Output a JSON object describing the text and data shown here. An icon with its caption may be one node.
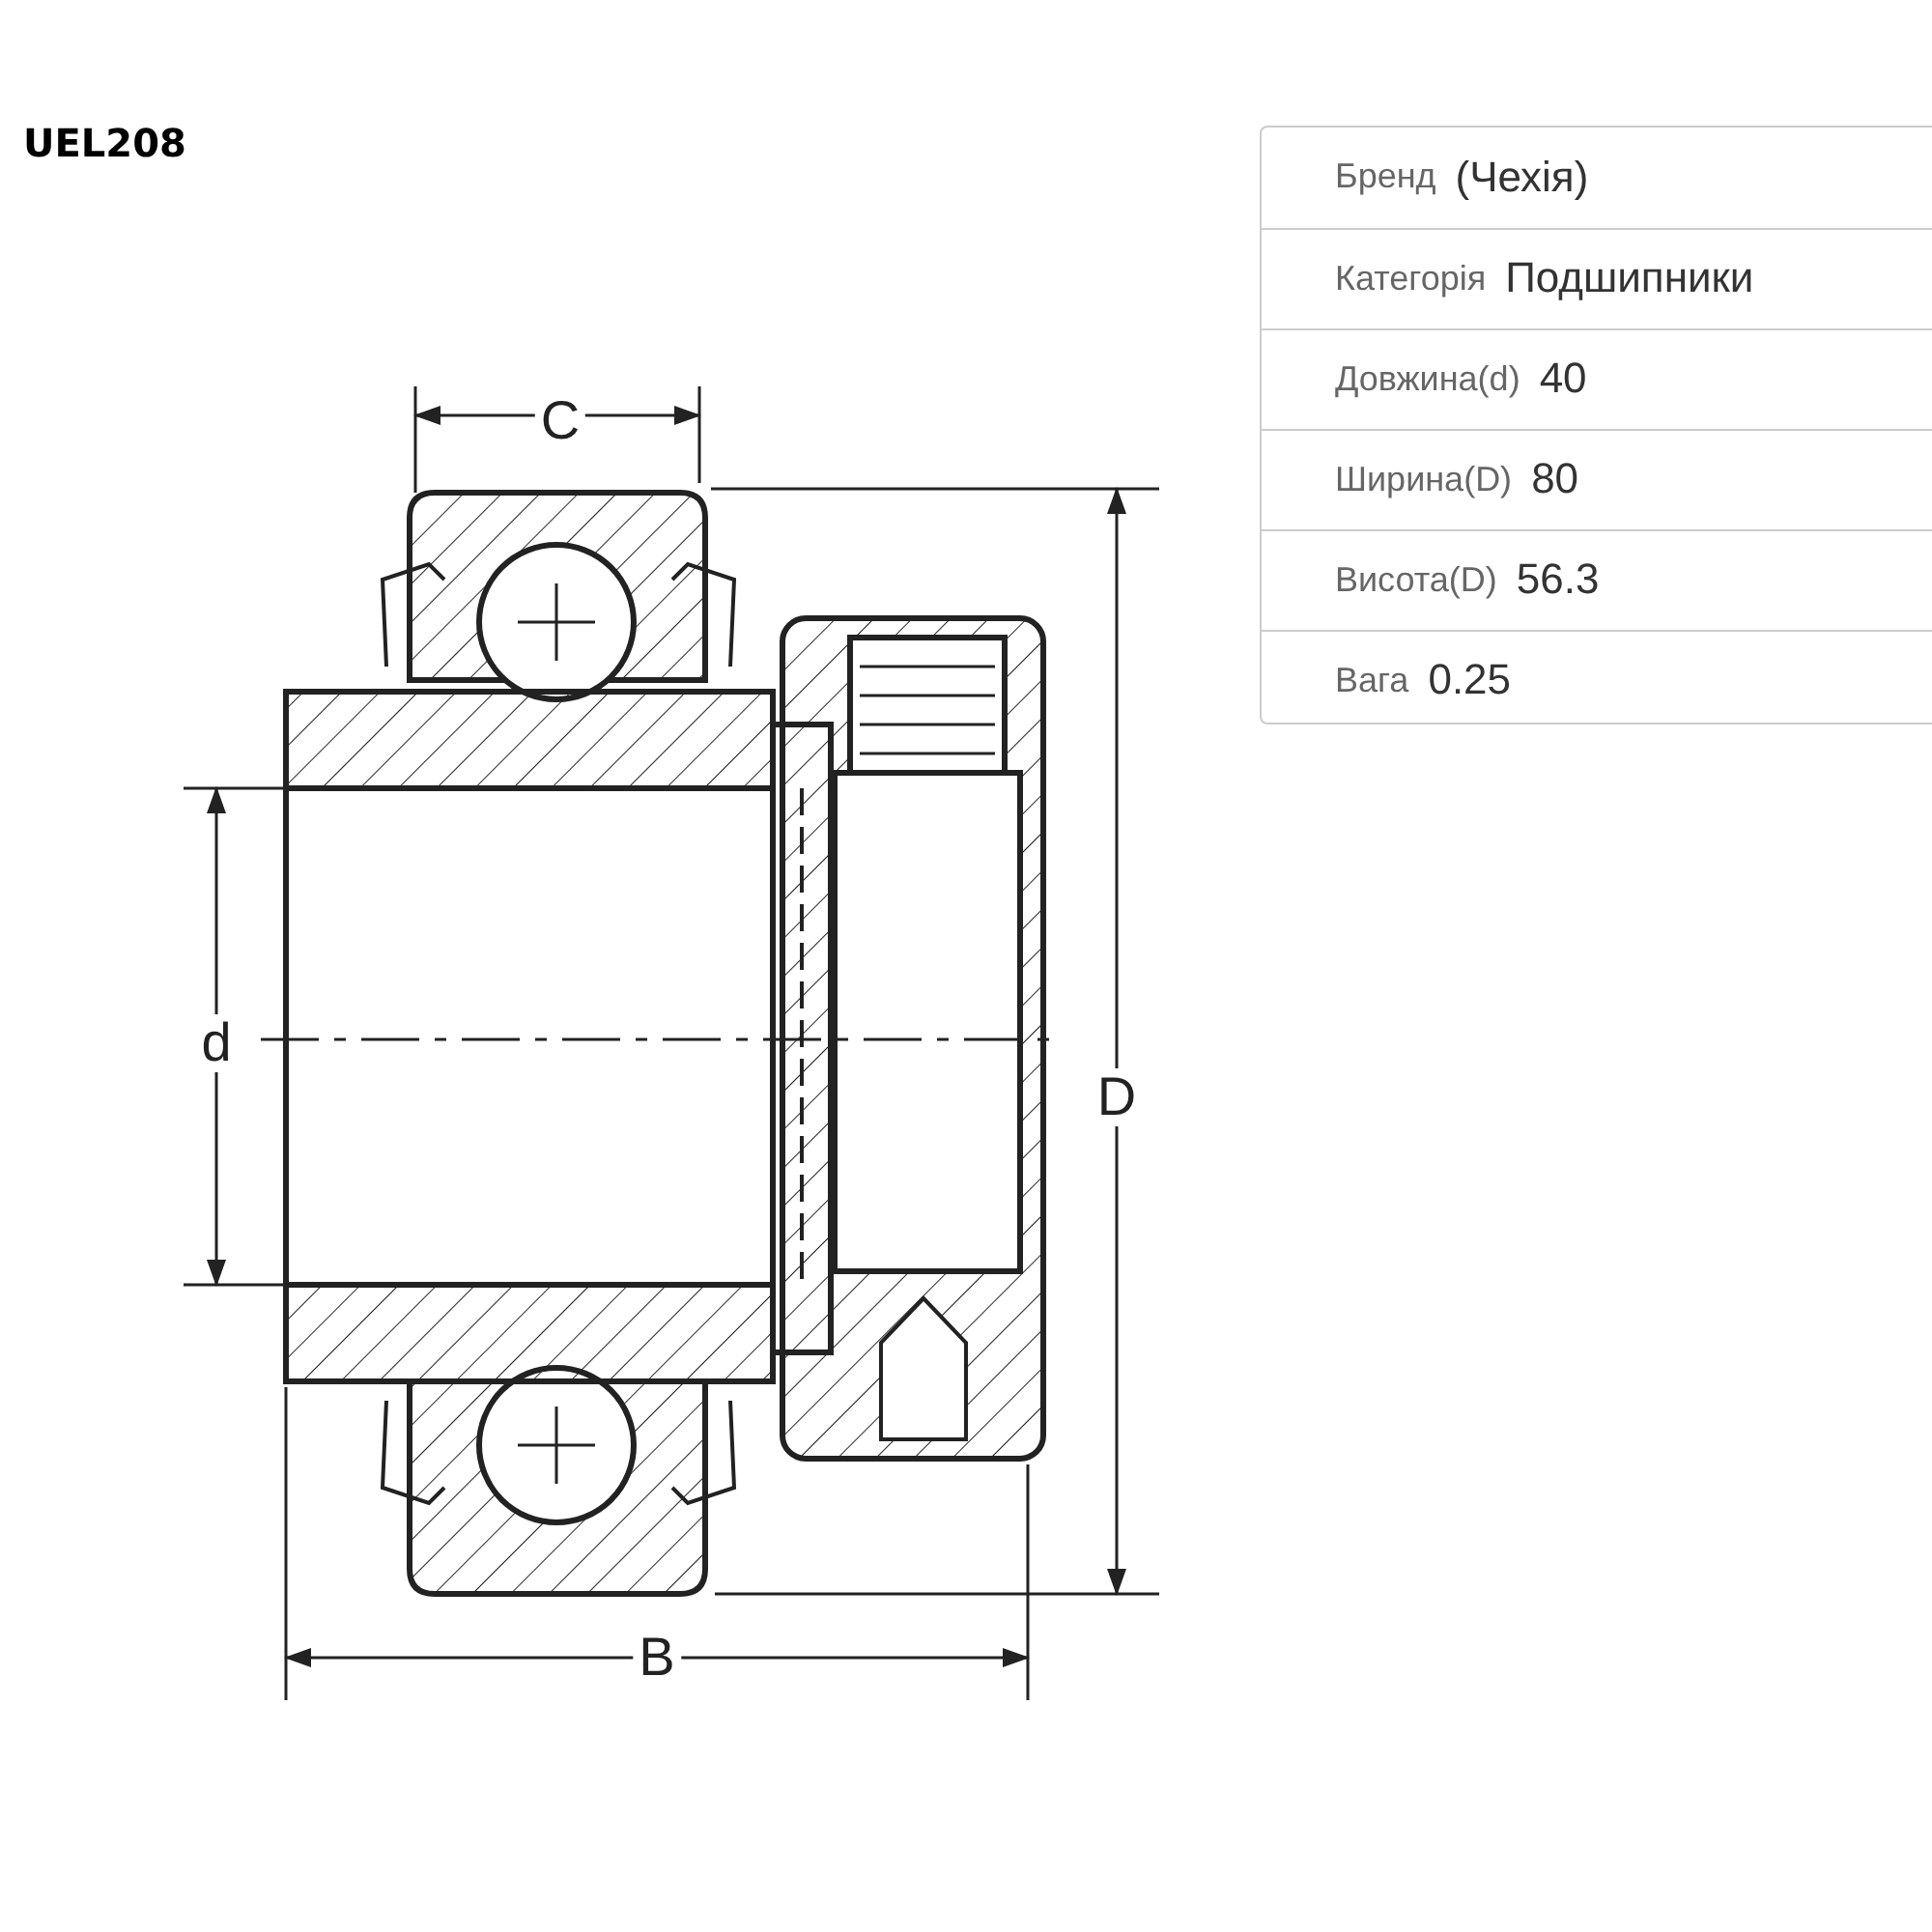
{
  "diagram": {
    "title": "UEL208",
    "labels": [
      "C",
      "d",
      "D",
      "B",
      "Бренд",
      "(Чехія)",
      "Категорія",
      "Подшипники",
      "Довжина(d)",
      "40",
      "Ширина(D)",
      "80",
      "Висота(D)",
      "56.3",
      "Вага",
      "0.25"
    ]
  }
}
